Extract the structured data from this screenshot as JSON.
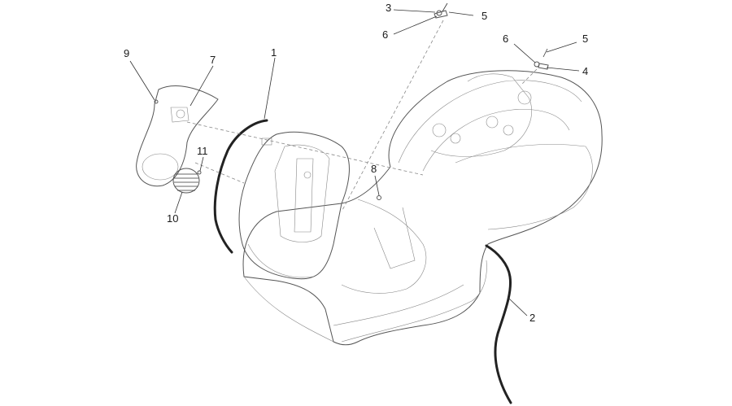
{
  "callouts": [
    {
      "id": "1",
      "label": "1"
    },
    {
      "id": "2",
      "label": "2"
    },
    {
      "id": "3",
      "label": "3"
    },
    {
      "id": "4",
      "label": "4"
    },
    {
      "id": "5a",
      "label": "5"
    },
    {
      "id": "5b",
      "label": "5"
    },
    {
      "id": "6a",
      "label": "6"
    },
    {
      "id": "6b",
      "label": "6"
    },
    {
      "id": "7",
      "label": "7"
    },
    {
      "id": "8",
      "label": "8"
    },
    {
      "id": "9",
      "label": "9"
    },
    {
      "id": "10",
      "label": "10"
    },
    {
      "id": "11",
      "label": "11"
    }
  ]
}
